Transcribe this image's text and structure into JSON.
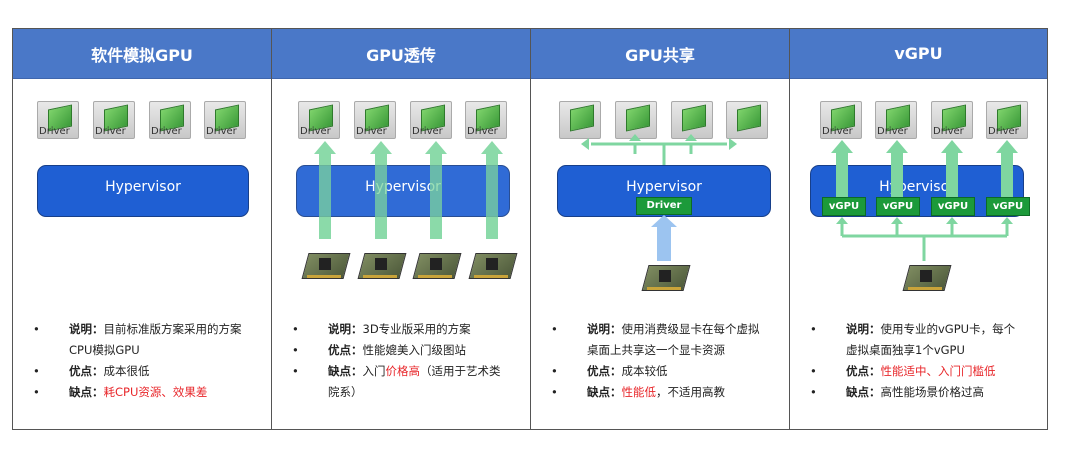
{
  "columns": [
    {
      "title": "软件模拟GPU",
      "vm_label": "Driver",
      "hypervisor": "Hypervisor",
      "bullets": [
        {
          "bold": "说明：",
          "text": "目前标准版方案采用的方案",
          "cont": "CPU模拟GPU"
        },
        {
          "bold": "优点：",
          "text": "成本很低"
        },
        {
          "bold": "缺点：",
          "red": "耗CPU资源、效果差"
        }
      ]
    },
    {
      "title": "GPU透传",
      "vm_label": "Driver",
      "hypervisor": "Hypervisor",
      "bullets": [
        {
          "bold": "说明：",
          "text": "3D专业版采用的方案"
        },
        {
          "bold": "优点：",
          "text": "性能媲美入门级图站"
        },
        {
          "bold": "缺点：",
          "text": "入门",
          "red": "价格高",
          "tail": "（适用于艺术类",
          "cont": "院系）"
        }
      ]
    },
    {
      "title": "GPU共享",
      "hypervisor": "Hypervisor",
      "driver_tag": "Driver",
      "bullets": [
        {
          "bold": "说明：",
          "text": "使用消费级显卡在每个虚拟",
          "cont": "桌面上共享这一个显卡资源"
        },
        {
          "bold": "优点：",
          "text": "成本较低"
        },
        {
          "bold": "缺点：",
          "red": "性能低",
          "tail": "，不适用高教"
        }
      ]
    },
    {
      "title": "vGPU",
      "vm_label": "Driver",
      "hypervisor": "Hypervisor",
      "vgpu_tag": "vGPU",
      "bullets": [
        {
          "bold": "说明：",
          "text": "使用专业的vGPU卡，每个",
          "cont": "虚拟桌面独享1个vGPU"
        },
        {
          "bold": "优点：",
          "red": "性能适中、入门门槛低"
        },
        {
          "bold": "缺点：",
          "text": "高性能场景价格过高"
        }
      ]
    }
  ],
  "bullet_glyph": "•",
  "colors": {
    "header": "#4a78c8",
    "hypervisor": "#1f5fd3",
    "arrow": "#7fd6a0",
    "blue_arrow": "#9cc4f0",
    "tag": "#1c9a3a",
    "red": "#e8262a"
  }
}
